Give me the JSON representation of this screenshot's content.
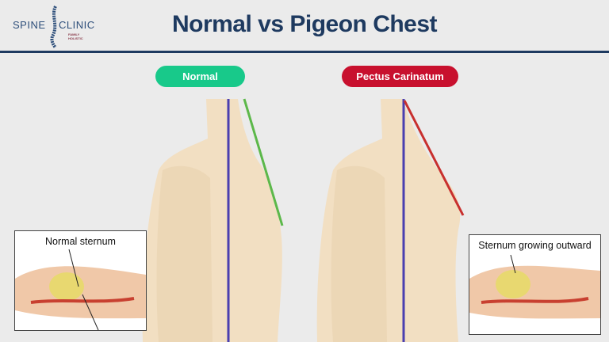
{
  "logo": {
    "left_text": "SPINE",
    "right_text": "CLINIC",
    "subtitle": "FAMILY HOLISTIC"
  },
  "title": "Normal vs Pigeon Chest",
  "labels": {
    "normal": "Normal",
    "pectus": "Pectus Carinatum"
  },
  "insets": {
    "left": "Normal sternum",
    "right": "Sternum growing outward"
  },
  "colors": {
    "title": "#1e3a60",
    "normal": "#18c98a",
    "pectus": "#c8102e",
    "axis_line": "#4a3fb0",
    "normal_line": "#5cb84a",
    "pectus_line": "#c8302e"
  }
}
